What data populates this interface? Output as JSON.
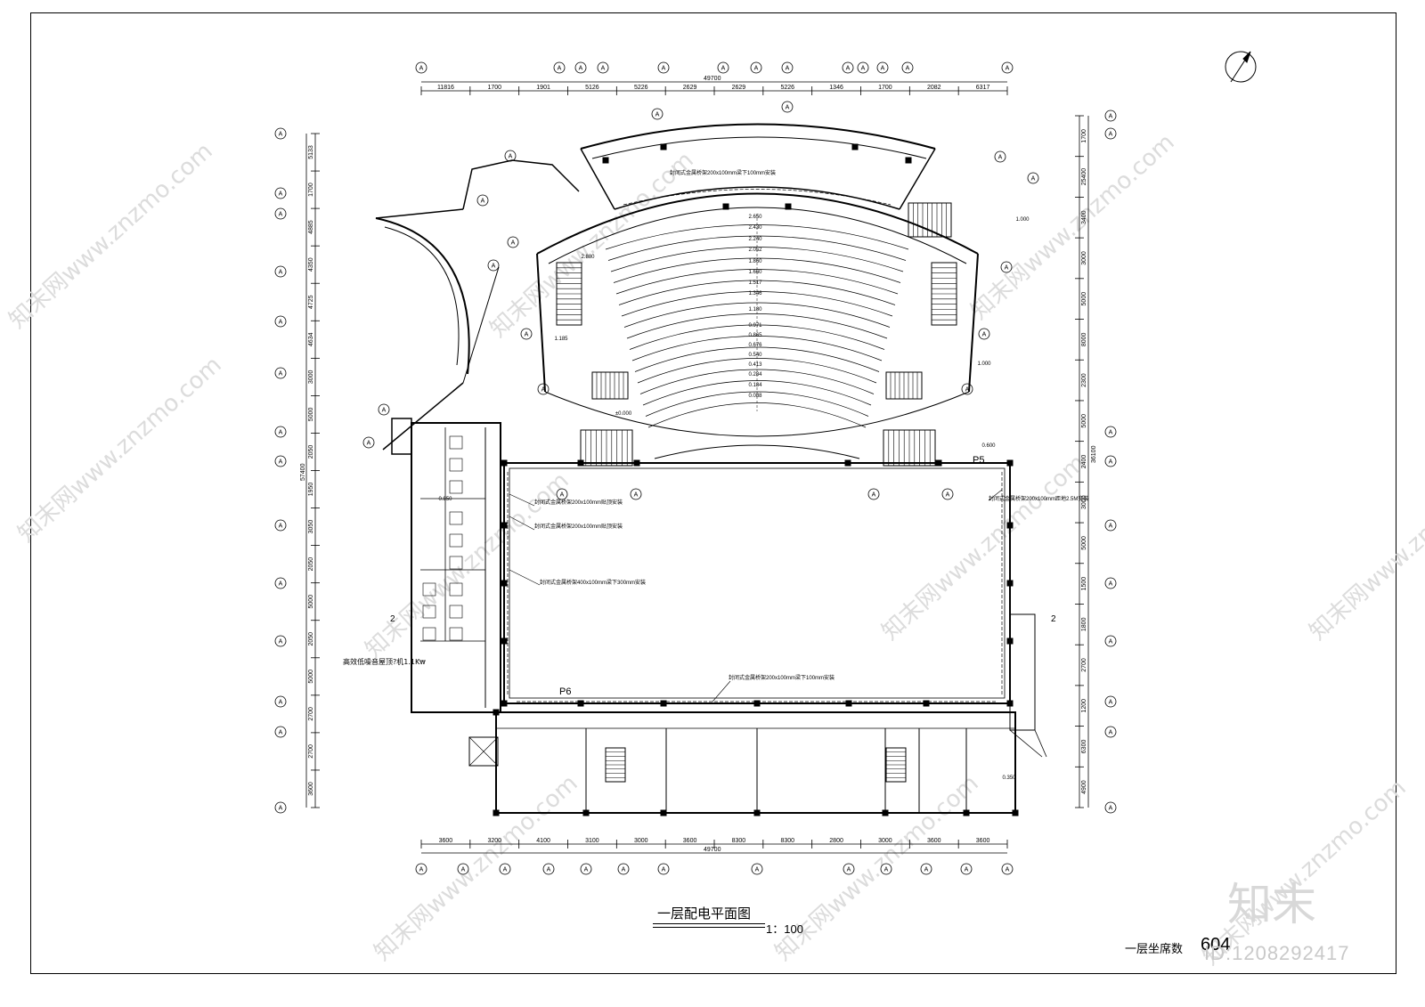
{
  "drawing": {
    "title": "一层配电平面图",
    "scale": "1：100",
    "seat_label": "一层坐席数",
    "seat_count": "604",
    "id_watermark": "ID:1208292417",
    "brand_watermark": "知末",
    "site_watermark": "知末网www.znzmo.com"
  },
  "dimensions": {
    "top_total": "49700",
    "top_segments": [
      "11816",
      "1700",
      "1901",
      "5126",
      "5226",
      "2629",
      "2629",
      "5226",
      "1346",
      "1700",
      "2082",
      "6317"
    ],
    "bottom_total": "49700",
    "bottom_segments": [
      "3600",
      "3200",
      "4100",
      "3100",
      "3000",
      "3600",
      "8300",
      "8300",
      "2800",
      "3000",
      "3600",
      "3600"
    ],
    "left_total": "57400",
    "left_segments": [
      "5133",
      "1700",
      "4885",
      "4350",
      "4725",
      "4634",
      "3000",
      "5000",
      "2050",
      "1950",
      "3050",
      "2050",
      "5000",
      "2050",
      "5000",
      "2700",
      "2700",
      "3600"
    ],
    "right_total": "36100",
    "right_segments": [
      "1700",
      "25400",
      "3400",
      "3000",
      "5000",
      "8000",
      "2300",
      "5000",
      "2400",
      "3000",
      "5000",
      "1500",
      "1800",
      "2700",
      "1200",
      "6300",
      "4900"
    ]
  },
  "annotations": {
    "panel_p5": "P5",
    "panel_p6": "P6",
    "fan_note": "高效低噪音屋顶?机1.1Kw",
    "section_mark": "2",
    "elevations": [
      "2.650",
      "2.430",
      "2.240",
      "2.052",
      "1.860",
      "1.660",
      "1.517",
      "1.346",
      "1.180",
      "0.971",
      "0.865",
      "0.676",
      "0.540",
      "0.413",
      "0.284",
      "0.184",
      "0.088",
      "±0.000",
      "1.000",
      "0.850",
      "0.600",
      "0.350",
      "1.185",
      "2.880",
      "1.000"
    ],
    "cable_tray_notes": [
      "封闭式金属桥架200x100mm梁下100mm安装",
      "封闭式金属桥架200x100mm贴顶安装",
      "封闭式金属桥架400x100mm梁下300mm安装",
      "封闭式金属桥架200x100mm距地2.5M安装"
    ]
  },
  "colors": {
    "line": "#000000",
    "background": "#ffffff",
    "watermark": "#dcdcdc"
  }
}
